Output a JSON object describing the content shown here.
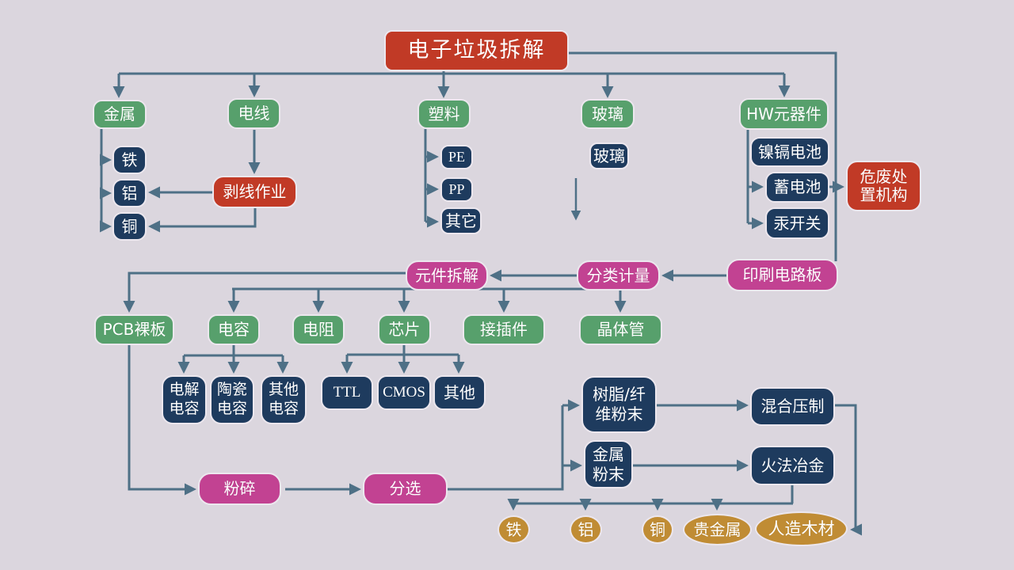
{
  "diagram_title": "电子垃圾拆解",
  "colors": {
    "background": "#dbd6de",
    "red_box": "#c13a26",
    "green_box": "#57a06c",
    "navy_box": "#1e3b5e",
    "magenta_box": "#c24292",
    "gold_ellipse": "#c08c34",
    "connector": "#4e7086",
    "text": "#ffffff"
  },
  "nodes": {
    "ewaste_dismantling": {
      "label": "电子垃圾拆解"
    },
    "metal": {
      "label": "金属"
    },
    "wire": {
      "label": "电线"
    },
    "plastic": {
      "label": "塑料"
    },
    "glass": {
      "label": "玻璃"
    },
    "hw_components": {
      "label": "HW元器件"
    },
    "iron": {
      "label": "铁"
    },
    "aluminum": {
      "label": "铝"
    },
    "copper": {
      "label": "铜"
    },
    "wire_stripping": {
      "label": "剥线作业"
    },
    "pe": {
      "label": "PE"
    },
    "pp": {
      "label": "PP"
    },
    "plastic_other": {
      "label": "其它"
    },
    "glass_output": {
      "label": "玻璃"
    },
    "nicd_battery": {
      "label": "镍镉电池"
    },
    "storage_battery": {
      "label": "蓄电池"
    },
    "mercury_switch": {
      "label": "汞开关"
    },
    "hazardous_disposal": {
      "label": "危废处\n置机构"
    },
    "component_dismantling": {
      "label": "元件拆解"
    },
    "sorting_metering": {
      "label": "分类计量"
    },
    "printed_circuit_board": {
      "label": "印刷电路板"
    },
    "pcb_bare_board": {
      "label": "PCB裸板"
    },
    "capacitor": {
      "label": "电容"
    },
    "resistor": {
      "label": "电阻"
    },
    "chip": {
      "label": "芯片"
    },
    "connector_part": {
      "label": "接插件"
    },
    "transistor": {
      "label": "晶体管"
    },
    "electrolytic_capacitor": {
      "label": "电解\n电容"
    },
    "ceramic_capacitor": {
      "label": "陶瓷\n电容"
    },
    "other_capacitor": {
      "label": "其他\n电容"
    },
    "ttl": {
      "label": "TTL"
    },
    "cmos": {
      "label": "CMOS"
    },
    "chip_other": {
      "label": "其他"
    },
    "crushing": {
      "label": "粉碎"
    },
    "sorting": {
      "label": "分选"
    },
    "resin_fiber_powder": {
      "label": "树脂/纤\n维粉末"
    },
    "metal_powder": {
      "label": "金属\n粉末"
    },
    "mixed_pressing": {
      "label": "混合压制"
    },
    "pyrometallurgy": {
      "label": "火法冶金"
    },
    "iron_output": {
      "label": "铁"
    },
    "aluminum_output": {
      "label": "铝"
    },
    "copper_output": {
      "label": "铜"
    },
    "precious_metal": {
      "label": "贵金属"
    },
    "artificial_wood": {
      "label": "人造木材"
    }
  }
}
